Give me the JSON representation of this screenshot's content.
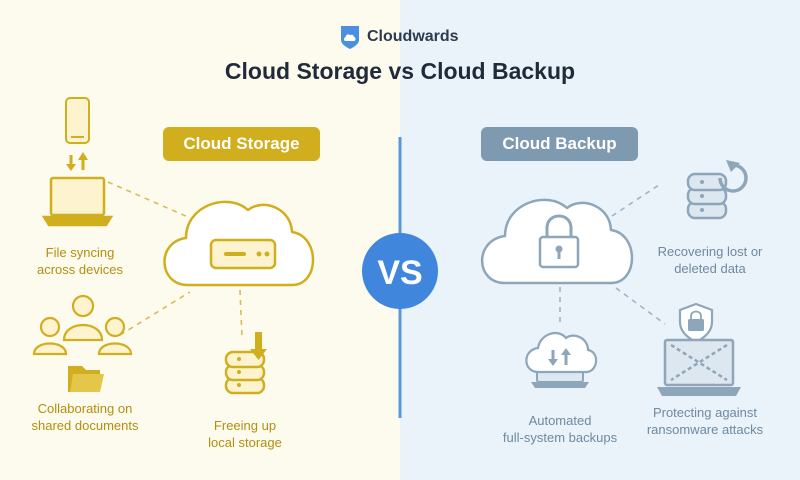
{
  "brand": {
    "name": "Cloudwards"
  },
  "title": "Cloud Storage vs Cloud Backup",
  "vs_label": "VS",
  "storage": {
    "heading": "Cloud Storage",
    "features": [
      {
        "id": "sync",
        "label": "File syncing\nacross devices"
      },
      {
        "id": "collab",
        "label": "Collaborating on\nshared documents"
      },
      {
        "id": "free",
        "label": "Freeing up\nlocal storage"
      }
    ]
  },
  "backup": {
    "heading": "Cloud Backup",
    "features": [
      {
        "id": "recover",
        "label": "Recovering lost or\ndeleted data"
      },
      {
        "id": "auto",
        "label": "Automated\nfull-system  backups"
      },
      {
        "id": "protect",
        "label": "Protecting against\nransomware attacks"
      }
    ]
  },
  "colors": {
    "gold": "#d1ae1e",
    "gold_text": "#b1900f",
    "slate": "#7d9ab0",
    "slate_text": "#6f8aa0",
    "vs_blue": "#3f86dc",
    "divider": "#5a98dc"
  },
  "icons": [
    "logo-cloud-icon",
    "phone-icon",
    "sync-arrows-icon",
    "laptop-icon",
    "storage-cloud-icon",
    "hard-drive-icon",
    "people-icon",
    "folder-icon",
    "database-download-icon",
    "backup-cloud-icon",
    "padlock-icon",
    "database-restore-icon",
    "upload-download-cloud-icon",
    "shield-lock-icon",
    "ransomware-laptop-icon"
  ]
}
